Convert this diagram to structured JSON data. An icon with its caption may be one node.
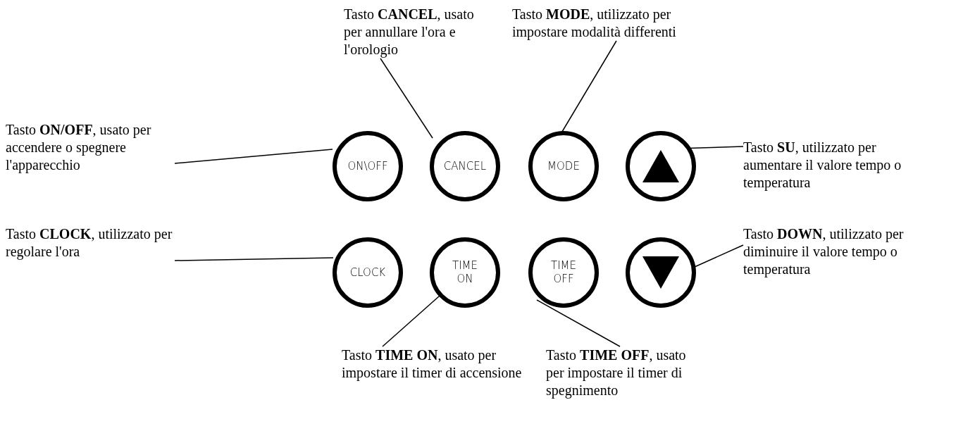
{
  "diagram": {
    "nodes": [
      {
        "text": [
          "Tasto **CANCEL**, usato per annullare l'ora e l'orologio"
        ]
      },
      {
        "text": [
          "Tasto **MODE**, utilizzato per impostare modalità differenti"
        ]
      },
      {
        "text": [
          "Tasto **ON/OFF**, usato per accendere o spegnere l'apparecchio"
        ]
      },
      {
        "text": [
          "ON\\OFF"
        ]
      },
      {
        "text": [
          "CANCEL"
        ]
      },
      {
        "text": [
          "MODE"
        ]
      },
      {
        "text": [],
        "shape": "circle"
      },
      {
        "text": [
          "Tasto **SU**, utilizzato per aumentare il valore tempo o temperatura"
        ]
      },
      {
        "text": [
          "Tasto **CLOCK**, utilizzato per regolare l'ora"
        ]
      },
      {
        "text": [
          "CLOCK"
        ]
      },
      {
        "text": [
          "TIME ON"
        ]
      },
      {
        "text": [
          "TIME OFF"
        ]
      },
      {
        "text": [],
        "shape": "circle"
      },
      {
        "text": [
          "Tasto **DOWN**, utilizzato per diminuire il valore tempo o temperatura"
        ]
      },
      {
        "text": [
          "Tasto **TIME ON**, usato per impostare il timer di accensione"
        ]
      },
      {
        "text": [
          "Tasto **TIME OFF**, usato per impostare il timer di spegnimento"
        ]
      }
    ],
    "edges": [
      {
        "from": 0,
        "to": 4,
        "arrow": "none"
      },
      {
        "from": 1,
        "to": 5,
        "arrow": "none"
      },
      {
        "from": 2,
        "to": 3,
        "arrow": "none"
      },
      {
        "from": 7,
        "to": 6,
        "arrow": "none"
      },
      {
        "from": 8,
        "to": 9,
        "arrow": "none"
      },
      {
        "from": 13,
        "to": 12,
        "arrow": "none"
      },
      {
        "from": 14,
        "to": 10,
        "arrow": "none"
      },
      {
        "from": 15,
        "to": 11,
        "arrow": "none"
      }
    ]
  }
}
